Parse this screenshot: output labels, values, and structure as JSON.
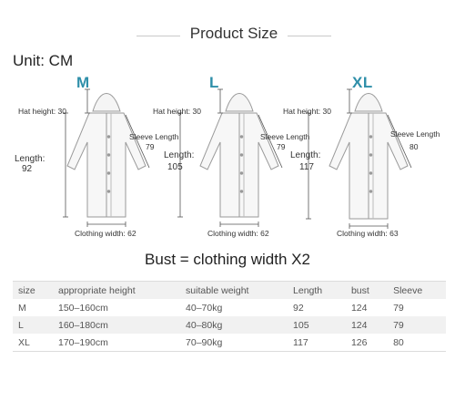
{
  "title": "Product Size",
  "unit": "Unit: CM",
  "sizes": [
    {
      "letter": "M",
      "hat": "Hat height: 30",
      "sleeve_label": "Sleeve Length",
      "sleeve": "79",
      "length_label": "Length:",
      "length": "92",
      "width": "Clothing width: 62"
    },
    {
      "letter": "L",
      "hat": "Hat height: 30",
      "sleeve_label": "Sleeve Length",
      "sleeve": "79",
      "length_label": "Length:",
      "length": "105",
      "width": "Clothing width: 62"
    },
    {
      "letter": "XL",
      "hat": "Hat height: 30",
      "sleeve_label": "Sleeve Length",
      "sleeve": "80",
      "length_label": "Length:",
      "length": "117",
      "width": "Clothing width: 63"
    }
  ],
  "bust_note": "Bust = clothing width X2",
  "table": {
    "headers": [
      "size",
      "appropriate height",
      "suitable weight",
      "Length",
      "bust",
      "Sleeve"
    ],
    "rows": [
      [
        "M",
        "150–160cm",
        "40–70kg",
        "92",
        "124",
        "79"
      ],
      [
        "L",
        "160–180cm",
        "40–80kg",
        "105",
        "124",
        "79"
      ],
      [
        "XL",
        "170–190cm",
        "70–90kg",
        "117",
        "126",
        "80"
      ]
    ]
  }
}
